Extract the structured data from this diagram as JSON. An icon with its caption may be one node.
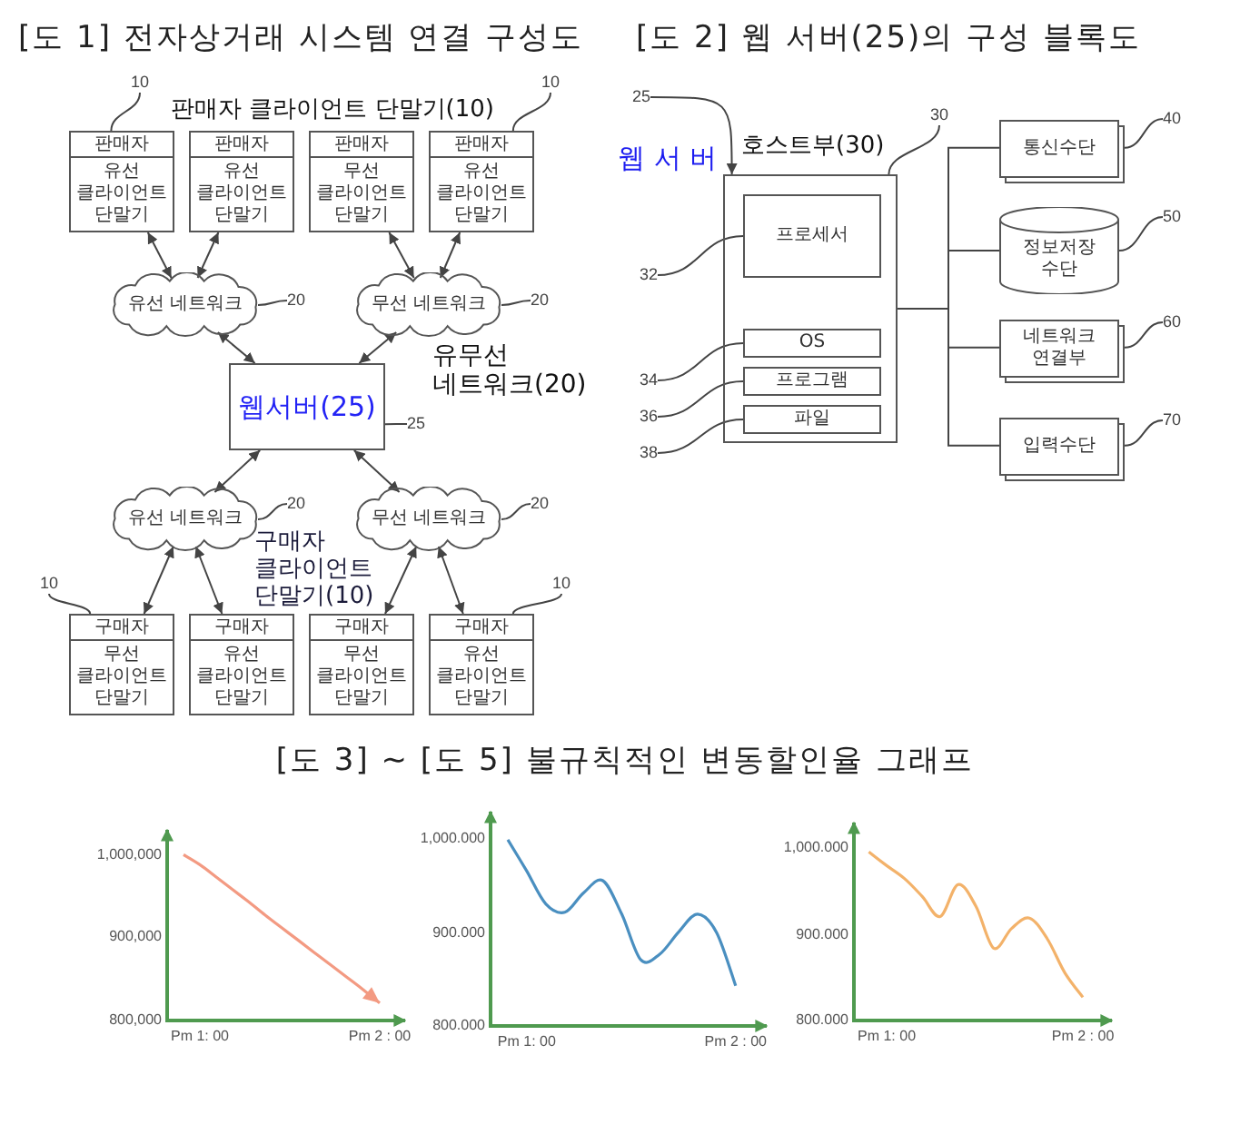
{
  "diagram": {
    "nodes": [
      {
        "text": [
          "10"
        ]
      },
      {
        "text": [
          "10"
        ]
      },
      {
        "text": [
          "판매자",
          "유선 클라이언트 단말기"
        ]
      },
      {
        "text": [
          "판매자",
          "유선 클라이언트 단말기"
        ]
      },
      {
        "text": [
          "판매자",
          "무선 클라이언트 단말기"
        ]
      },
      {
        "text": [
          "판매자",
          "유선 클라이언트 단말기"
        ]
      },
      {
        "text": [
          "유선 네트워크"
        ]
      },
      {
        "text": [
          "20"
        ]
      },
      {
        "text": [
          "무선 네트워크"
        ]
      },
      {
        "text": [
          "20"
        ]
      },
      {
        "text": [
          "웹서버(25)"
        ]
      },
      {
        "text": [
          "25"
        ]
      },
      {
        "text": [
          "유선 네트워크"
        ]
      },
      {
        "text": [
          "20"
        ]
      },
      {
        "text": [
          "무선 네트워크"
        ]
      },
      {
        "text": [
          "20"
        ]
      },
      {
        "text": [
          "10"
        ]
      },
      {
        "text": [
          "10"
        ]
      },
      {
        "text": [
          "구매자",
          "무선 클라이언트 단말기"
        ]
      },
      {
        "text": [
          "구매자",
          "유선 클라이언트 단말기"
        ]
      },
      {
        "text": [
          "구매자",
          "무선 클라이언트 단말기"
        ]
      },
      {
        "text": [
          "구매자",
          "유선 클라이언트 단말기"
        ]
      },
      {
        "text": [
          "25"
        ]
      },
      {
        "text": [
          "30"
        ]
      },
      {
        "text": [],
        "shape": "box"
      },
      {
        "text": [
          "프로세서"
        ],
        "in": 24
      },
      {
        "text": [
          "OS"
        ],
        "in": 24
      },
      {
        "text": [
          "프로그램"
        ],
        "in": 24
      },
      {
        "text": [
          "파일"
        ],
        "in": 24
      },
      {
        "text": [
          "32"
        ]
      },
      {
        "text": [
          "34"
        ]
      },
      {
        "text": [
          "36"
        ]
      },
      {
        "text": [
          "38"
        ]
      },
      {
        "text": [
          "통신수단"
        ]
      },
      {
        "text": [
          "40"
        ]
      },
      {
        "text": [
          "정보저장 수단"
        ]
      },
      {
        "text": [
          "50"
        ]
      },
      {
        "text": [
          "네트워크 연결부"
        ]
      },
      {
        "text": [
          "60"
        ]
      },
      {
        "text": [
          "입력수단"
        ]
      },
      {
        "text": [
          "70"
        ]
      }
    ],
    "edges": [
      {
        "from": 2,
        "to": 6,
        "arrow": "both"
      },
      {
        "from": 3,
        "to": 6,
        "arrow": "both"
      },
      {
        "from": 4,
        "to": 8,
        "arrow": "both"
      },
      {
        "from": 5,
        "to": 8,
        "arrow": "both"
      },
      {
        "from": 6,
        "to": 10,
        "arrow": "both"
      },
      {
        "from": 8,
        "to": 10,
        "arrow": "both"
      },
      {
        "from": 10,
        "to": 12,
        "arrow": "both"
      },
      {
        "from": 10,
        "to": 14,
        "arrow": "both"
      },
      {
        "from": 12,
        "to": 18,
        "arrow": "both"
      },
      {
        "from": 12,
        "to": 19,
        "arrow": "both"
      },
      {
        "from": 14,
        "to": 20,
        "arrow": "both"
      },
      {
        "from": 14,
        "to": 21,
        "arrow": "both"
      },
      {
        "from": 0,
        "to": 2,
        "arrow": "none"
      },
      {
        "from": 1,
        "to": 5,
        "arrow": "none"
      },
      {
        "from": 7,
        "to": 6,
        "arrow": "none"
      },
      {
        "from": 9,
        "to": 8,
        "arrow": "none"
      },
      {
        "from": 11,
        "to": 10,
        "arrow": "none"
      },
      {
        "from": 13,
        "to": 12,
        "arrow": "none"
      },
      {
        "from": 15,
        "to": 14,
        "arrow": "none"
      },
      {
        "from": 16,
        "to": 18,
        "arrow": "none"
      },
      {
        "from": 17,
        "to": 21,
        "arrow": "none"
      },
      {
        "from": 22,
        "to": 24,
        "arrow": "to"
      },
      {
        "from": 23,
        "to": 24,
        "arrow": "none"
      },
      {
        "from": 29,
        "to": 25,
        "arrow": "none"
      },
      {
        "from": 30,
        "to": 26,
        "arrow": "none"
      },
      {
        "from": 31,
        "to": 27,
        "arrow": "none"
      },
      {
        "from": 32,
        "to": 28,
        "arrow": "none"
      },
      {
        "from": 24,
        "to": 33,
        "arrow": "none"
      },
      {
        "from": 24,
        "to": 35,
        "arrow": "none"
      },
      {
        "from": 24,
        "to": 37,
        "arrow": "none"
      },
      {
        "from": 24,
        "to": 39,
        "arrow": "none"
      },
      {
        "from": 34,
        "to": 33,
        "arrow": "none"
      },
      {
        "from": 36,
        "to": 35,
        "arrow": "none"
      },
      {
        "from": 38,
        "to": 37,
        "arrow": "none"
      },
      {
        "from": 40,
        "to": 39,
        "arrow": "none"
      }
    ],
    "labels": [
      "[도 1] 전자상거래 시스템 연결 구성도",
      "[도 2] 웹 서버(25)의 구성 블록도",
      "판매자 클라이언트 단말기(10)",
      "호스트부(30)",
      "웹 서 버",
      "유무선 네트워크(20)",
      "구매자 클라이언트 단말기(10)",
      "[도 3] ~ [도 5] 불규칙적인 변동할인율 그래프"
    ],
    "chart_data": [
      {
        "type": "line",
        "categories": [
          null,
          "Pm 1: 00",
          null,
          null,
          null,
          null,
          null,
          null,
          null,
          null,
          null,
          null,
          "Pm 2 : 00"
        ],
        "series": [
          {
            "color": "#f39a82",
            "values": [
              1000000,
              988000,
              973000,
              958000,
              943000,
              927000,
              912000,
              897000,
              882000,
              867000,
              852000,
              837000,
              821000
            ]
          }
        ],
        "ylim": [
          800000,
          1030000
        ],
        "yticks": [
          {
            "value": 800000,
            "label": "800,000"
          },
          {
            "value": 900000,
            "label": "900,000"
          },
          {
            "value": 1000000,
            "label": "1,000,000"
          }
        ]
      },
      {
        "type": "line",
        "categories": [
          null,
          "Pm 1: 00",
          null,
          null,
          null,
          null,
          null,
          null,
          null,
          null,
          null,
          null,
          "Pm 2 : 00"
        ],
        "series": [
          {
            "color": "#4a8fc0",
            "values": [
              1000,
              966,
              931,
              922,
              943,
              956,
              920,
              871,
              877,
              901,
              920,
              900,
              843
            ]
          }
        ],
        "ylim": [
          800,
          1030
        ],
        "yticks": [
          {
            "value": 800,
            "label": "800.000"
          },
          {
            "value": 900,
            "label": "900.000"
          },
          {
            "value": 1000,
            "label": "1,000.000"
          }
        ]
      },
      {
        "type": "line",
        "categories": [
          null,
          "Pm 1: 00",
          null,
          null,
          null,
          null,
          null,
          null,
          null,
          null,
          null,
          null,
          "Pm 2 : 00"
        ],
        "series": [
          {
            "color": "#f3b26a",
            "values": [
              996,
              980,
              965,
              944,
              921,
              958,
              933,
              884,
              907,
              919,
              895,
              855,
              827
            ]
          }
        ],
        "ylim": [
          800,
          1030
        ],
        "yticks": [
          {
            "value": 800,
            "label": "800.000"
          },
          {
            "value": 900,
            "label": "900.000"
          },
          {
            "value": 1000,
            "label": "1,000.000"
          }
        ]
      }
    ]
  }
}
